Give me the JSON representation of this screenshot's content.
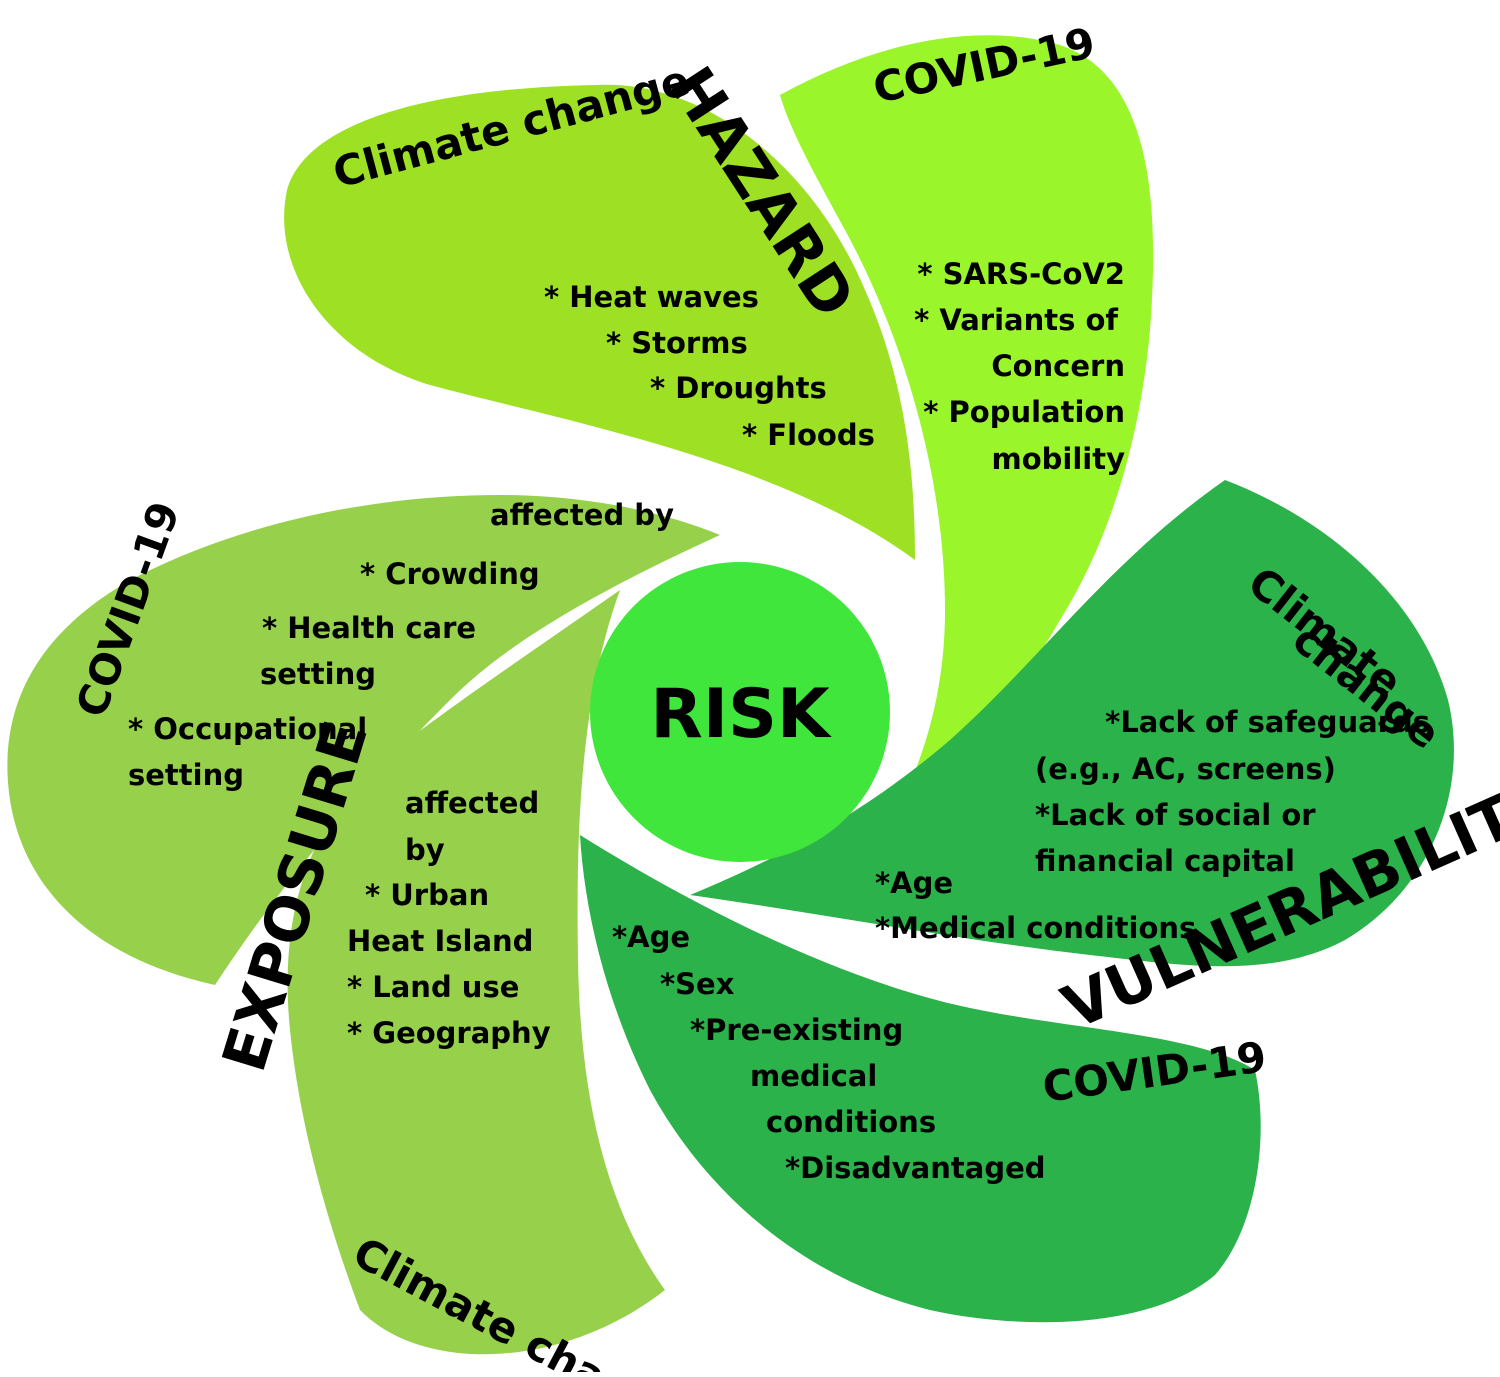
{
  "colors": {
    "hazard_light": "#9DE024",
    "hazard_bright": "#9AF52A",
    "exposure": "#97D14C",
    "vulnerability": "#2BB24A",
    "risk_core": "#41E63C"
  },
  "center": {
    "label": "RISK"
  },
  "hazard": {
    "title": "HAZARD",
    "climate": {
      "heading": "Climate change",
      "items": [
        "* Heat waves",
        "* Storms",
        "* Droughts",
        "* Floods"
      ]
    },
    "covid": {
      "heading": "COVID-19",
      "items": [
        "* SARS-CoV2",
        "* Variants of",
        "Concern",
        "* Population",
        "mobility"
      ]
    }
  },
  "exposure": {
    "title": "EXPOSURE",
    "covid": {
      "heading": "COVID-19",
      "affected": "affected by",
      "items": [
        "* Crowding",
        "* Health care",
        "setting",
        "* Occupational",
        "setting"
      ]
    },
    "climate": {
      "heading": "Climate change",
      "affected": [
        "affected",
        "by"
      ],
      "items": [
        "* Urban",
        "Heat Island",
        "* Land use",
        "* Geography"
      ]
    }
  },
  "vulnerability": {
    "title": "VULNERABILITY",
    "climate": {
      "heading": [
        "Climate",
        "change"
      ],
      "items": [
        "*Lack of safeguards",
        "(e.g., AC, screens)",
        "*Lack of social or",
        "financial capital",
        "*Age",
        "*Medical conditions"
      ]
    },
    "covid": {
      "heading": "COVID-19",
      "items": [
        "*Age",
        "*Sex",
        "*Pre-existing",
        "medical",
        "conditions",
        "*Disadvantaged"
      ]
    }
  }
}
